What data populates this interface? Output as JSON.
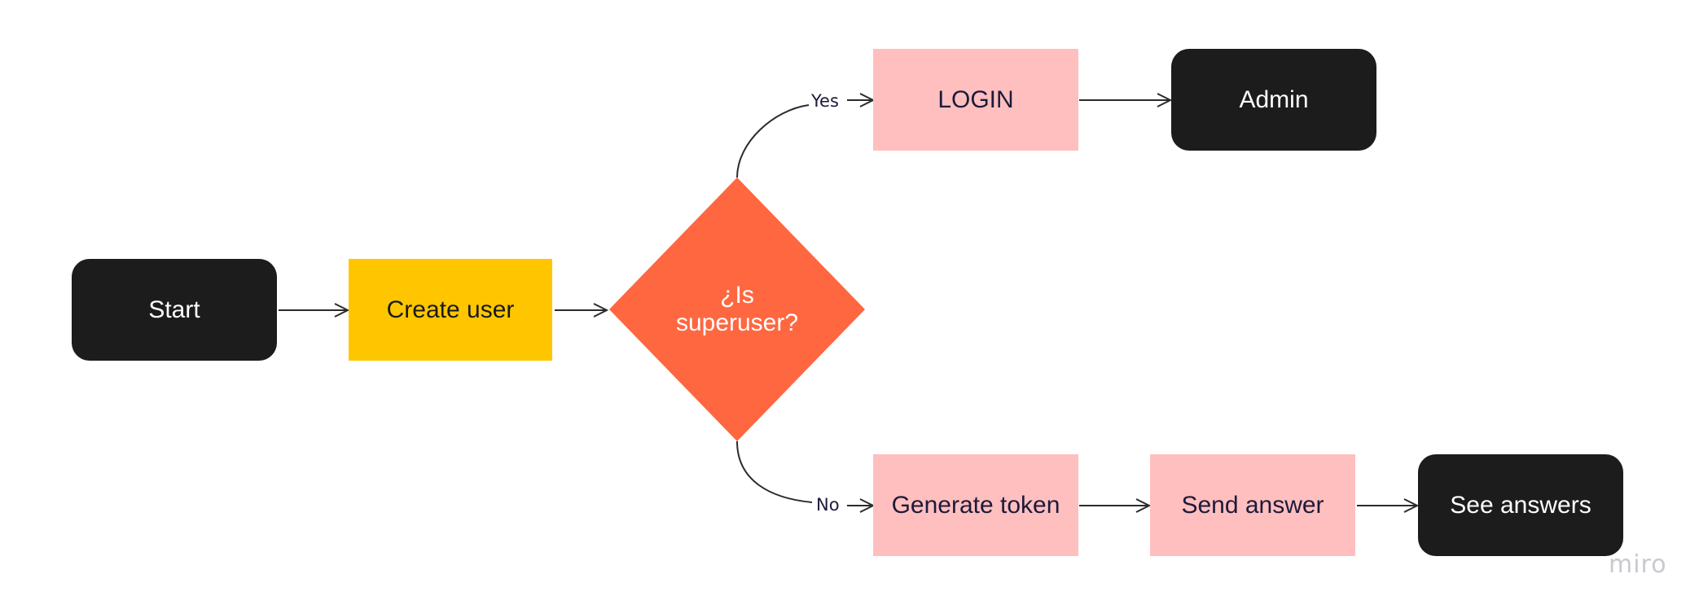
{
  "diagram": {
    "nodes": {
      "start": "Start",
      "create_user": "Create user",
      "decision": "¿Is\nsuperuser?",
      "login": "LOGIN",
      "admin": "Admin",
      "generate_token": "Generate token",
      "send_answer": "Send answer",
      "see_answers": "See answers"
    },
    "edge_labels": {
      "yes": "Yes",
      "no": "No"
    },
    "colors": {
      "terminal": "#1c1c1c",
      "process_yellow": "#ffc600",
      "process_pink": "#ffbfbf",
      "decision": "#ff6740",
      "connector": "#2b2b2b"
    }
  },
  "watermark": "miro"
}
